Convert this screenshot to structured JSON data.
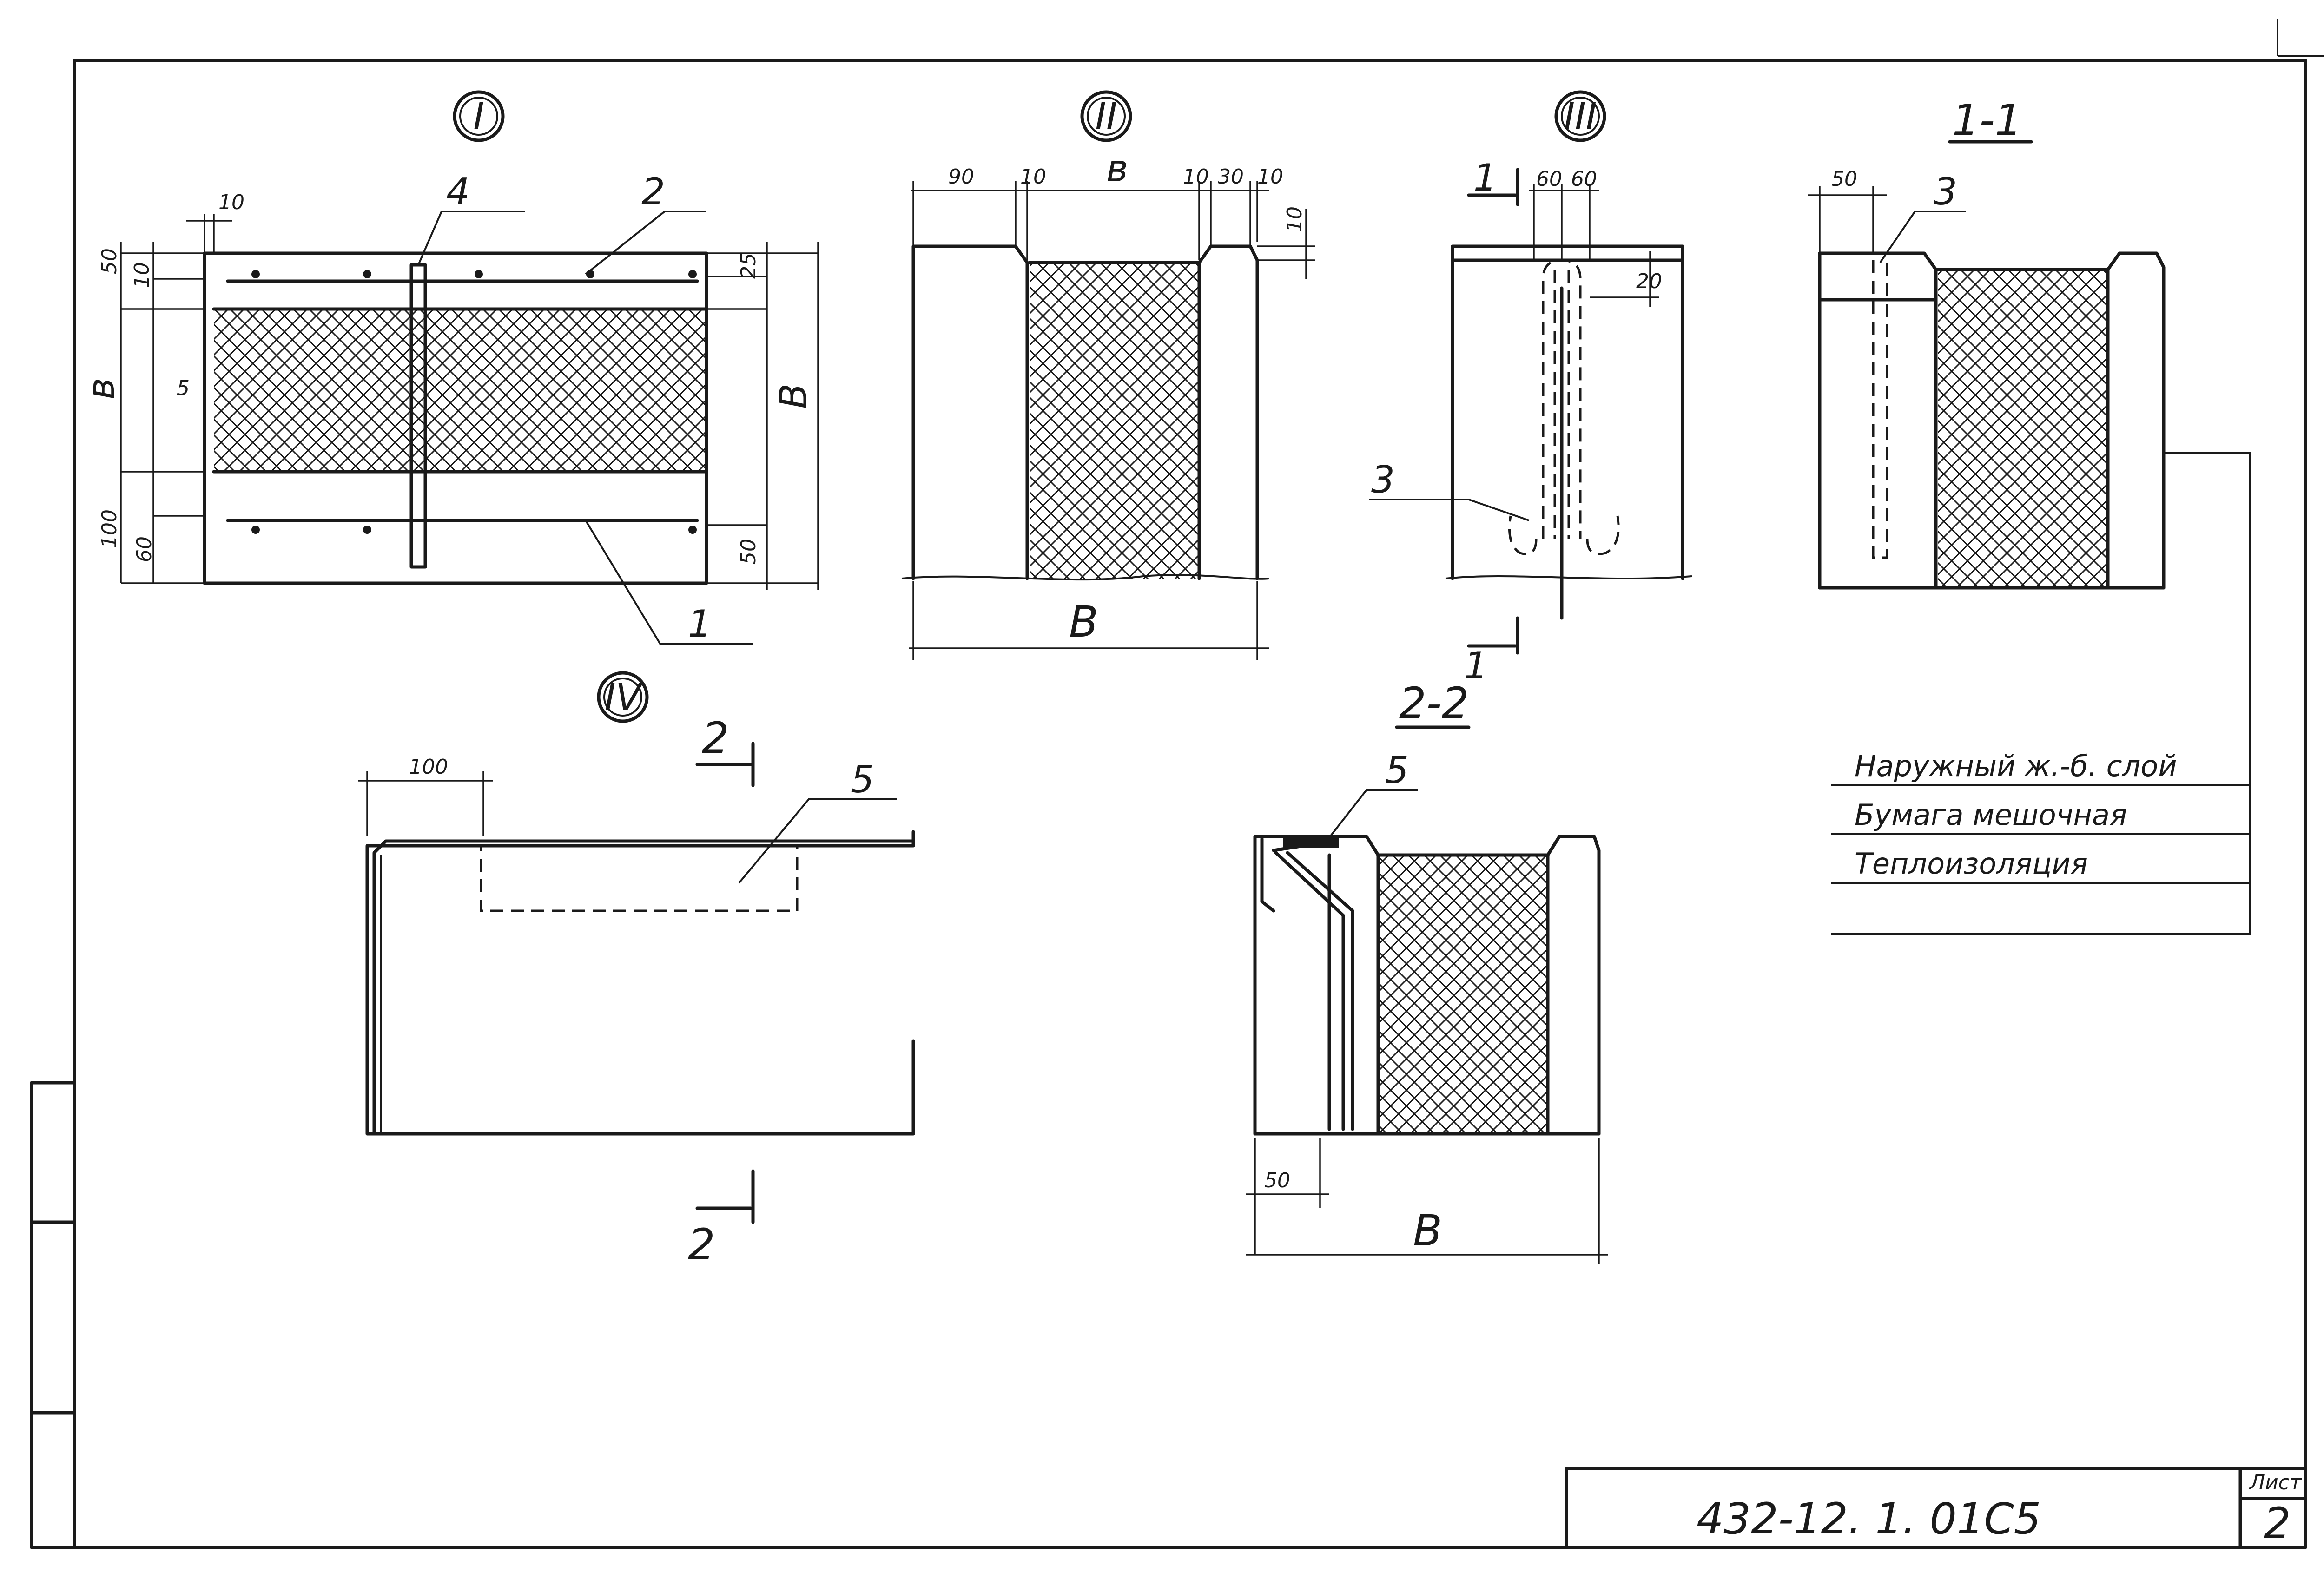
{
  "views": {
    "v1": "I",
    "v2": "II",
    "v3": "III",
    "v4": "IV",
    "sec11": "1-1",
    "sec22": "2-2"
  },
  "dims": {
    "d10": "10",
    "d50": "50",
    "d25": "25",
    "d5": "5",
    "d100": "100",
    "d60": "60",
    "d90": "90",
    "d30": "30",
    "d20": "20",
    "B": "B",
    "b": "в"
  },
  "marks": {
    "m1": "1",
    "m2": "2",
    "m3": "3",
    "m4": "4",
    "m5": "5"
  },
  "legend": {
    "row1": "Наружный ж.-б. слой",
    "row2": "Бумага мешочная",
    "row3": "Теплоизоляция"
  },
  "title_block": {
    "code": "432-12. 1. 01С5",
    "sheet_label": "Лист",
    "sheet_number": "2"
  }
}
